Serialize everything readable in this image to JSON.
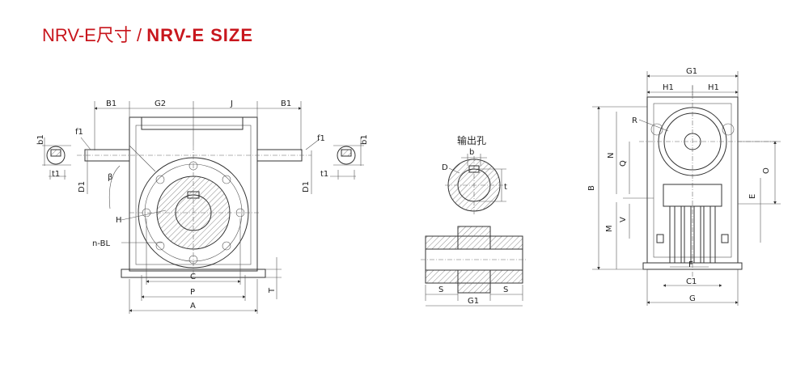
{
  "title": {
    "prefix": "NRV-E尺寸 / ",
    "main": "NRV-E SIZE"
  },
  "front_view": {
    "labels": {
      "B1_left": "B1",
      "G2": "G2",
      "J": "J",
      "B1_right": "B1",
      "b1_left": "b1",
      "t1_left": "t1",
      "f1_left": "f1",
      "D1_left": "D1",
      "beta": "β",
      "H": "H",
      "nBL": "n-BL",
      "f1_right": "f1",
      "D1_right": "D1",
      "t1_right": "t1",
      "b1_right": "b1",
      "C": "C",
      "P": "P",
      "A": "A",
      "T": "T"
    }
  },
  "shaft_view": {
    "labels": {
      "heading": "输出孔",
      "b": "b",
      "D": "D",
      "t": "t",
      "S_left": "S",
      "G1": "G1",
      "S_right": "S"
    }
  },
  "side_view": {
    "labels": {
      "G1": "G1",
      "H1_left": "H1",
      "H1_right": "H1",
      "R": "R",
      "N": "N",
      "Q": "Q",
      "B": "B",
      "V": "V",
      "M": "M",
      "O": "O",
      "E": "E",
      "F": "F",
      "C1": "C1",
      "G": "G"
    }
  }
}
